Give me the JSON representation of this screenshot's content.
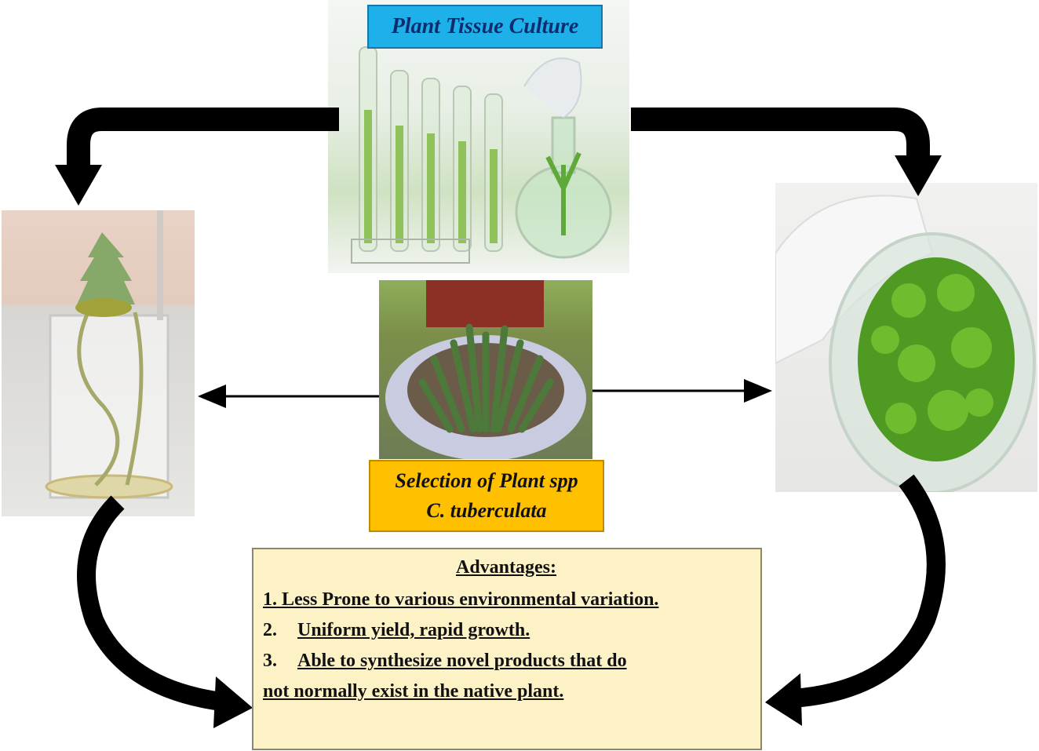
{
  "title": "Plant Tissue Culture",
  "species": {
    "line1": "Selection of Plant spp",
    "line2": "C. tuberculata"
  },
  "advantages": {
    "heading": "Advantages:",
    "item1": "1. Less Prone to various environmental variation.",
    "item2_num": "2.",
    "item2_text": "Uniform yield, rapid growth.",
    "item3_num": "3.",
    "item3_text": "Able to synthesize novel products that do",
    "item3_cont": "not normally exist in the native plant."
  },
  "colors": {
    "title_bg": "#1eb0e8",
    "species_bg": "#ffc000",
    "advantages_bg": "#fdf2c6",
    "arrow": "#000000"
  }
}
